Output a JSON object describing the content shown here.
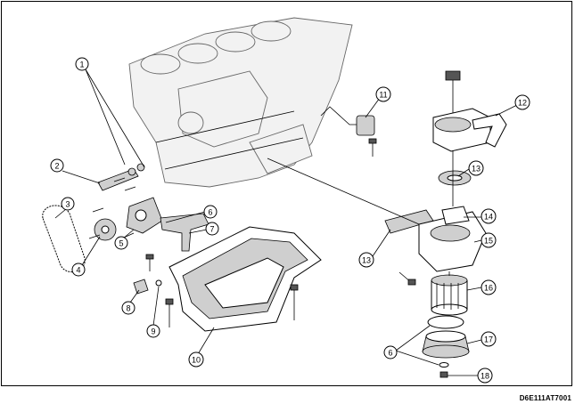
{
  "diagram_code": "D6E111AT7001",
  "callouts": [
    {
      "id": "1",
      "label": "1"
    },
    {
      "id": "2",
      "label": "2"
    },
    {
      "id": "3",
      "label": "3"
    },
    {
      "id": "4",
      "label": "4"
    },
    {
      "id": "5",
      "label": "5"
    },
    {
      "id": "6a",
      "label": "6"
    },
    {
      "id": "7",
      "label": "7"
    },
    {
      "id": "8",
      "label": "8"
    },
    {
      "id": "9",
      "label": "9"
    },
    {
      "id": "10",
      "label": "10"
    },
    {
      "id": "11",
      "label": "11"
    },
    {
      "id": "12",
      "label": "12"
    },
    {
      "id": "13a",
      "label": "13"
    },
    {
      "id": "13b",
      "label": "13"
    },
    {
      "id": "14",
      "label": "14"
    },
    {
      "id": "15",
      "label": "15"
    },
    {
      "id": "16",
      "label": "16"
    },
    {
      "id": "6b",
      "label": "6"
    },
    {
      "id": "17",
      "label": "17"
    },
    {
      "id": "18",
      "label": "18"
    }
  ]
}
